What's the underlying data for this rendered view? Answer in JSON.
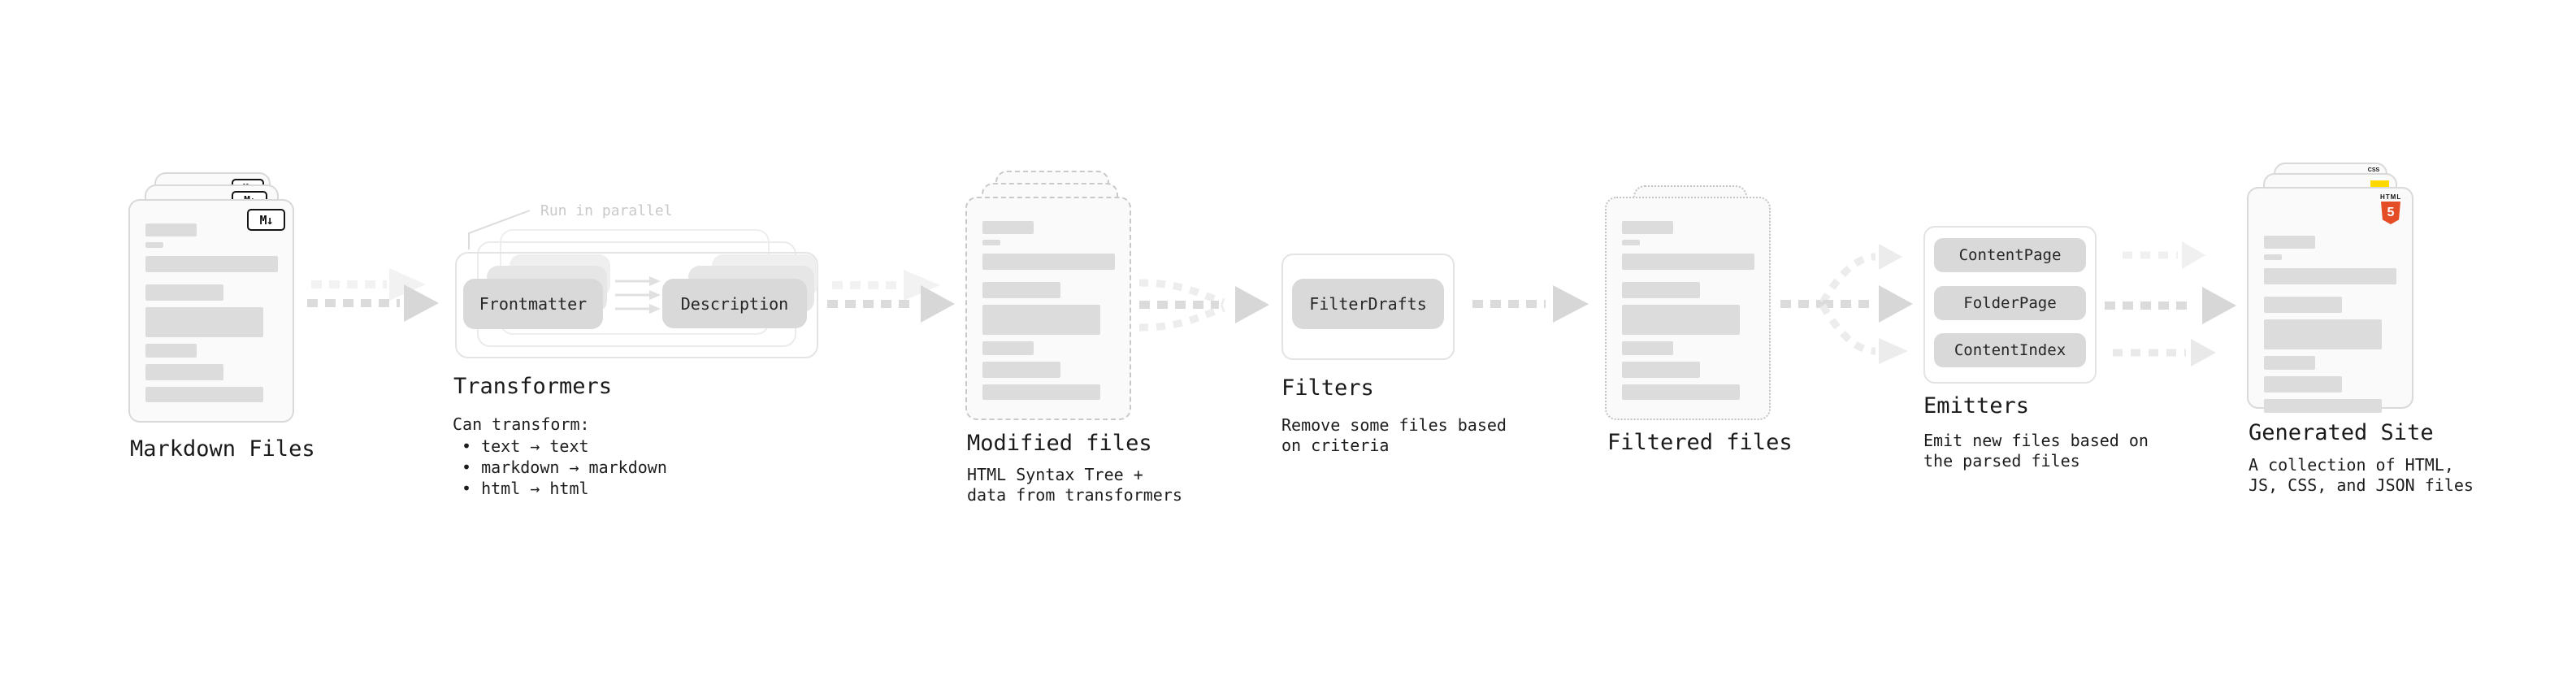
{
  "sections": {
    "markdown_files": {
      "title": "Markdown Files",
      "file_badge": "M↓"
    },
    "transformers": {
      "title": "Transformers",
      "annotation": "Run in parallel",
      "pill_frontmatter": "Frontmatter",
      "pill_description": "Description",
      "desc_heading": "Can transform:",
      "bullets": [
        "• text → text",
        "• markdown → markdown",
        "• html → html"
      ]
    },
    "modified_files": {
      "title": "Modified files",
      "desc": [
        "HTML Syntax Tree +",
        "data from transformers"
      ]
    },
    "filters": {
      "title": "Filters",
      "pill": "FilterDrafts",
      "desc": [
        "Remove some files based",
        "on criteria"
      ]
    },
    "filtered_files": {
      "title": "Filtered files"
    },
    "emitters": {
      "title": "Emitters",
      "pills": [
        "ContentPage",
        "FolderPage",
        "ContentIndex"
      ],
      "desc": [
        "Emit new files based on",
        "the parsed files"
      ]
    },
    "generated_site": {
      "title": "Generated Site",
      "desc": [
        "A collection of HTML,",
        "JS, CSS, and JSON files"
      ],
      "html5_badge_label": "HTML",
      "html5_badge_number": "5",
      "css_badge_label": "CSS"
    }
  },
  "colors": {
    "html5_orange": "#e44d26",
    "js_yellow": "#ffd900",
    "css_blue": "#2b67f8",
    "pill_gray": "#d9d9d9",
    "arrow_gray": "#dbdbdb",
    "arrow_light_gray": "#ededed",
    "text_dark": "#1a1a1a",
    "annotation_gray": "#c9c9c9",
    "file_fill": "#fafafa"
  }
}
